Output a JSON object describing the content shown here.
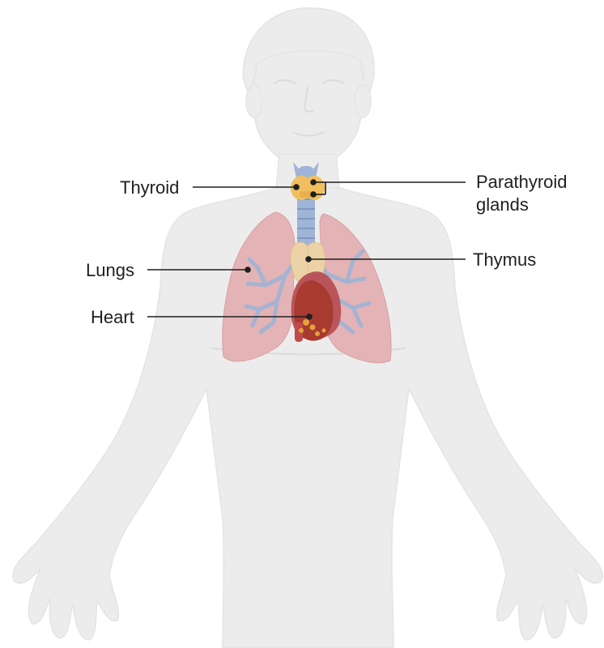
{
  "labels": {
    "thyroid": "Thyroid",
    "parathyroid_line1": "Parathyroid",
    "parathyroid_line2": "glands",
    "lungs": "Lungs",
    "thymus": "Thymus",
    "heart": "Heart"
  },
  "colors": {
    "body": "#ececec",
    "body_outline": "#e2e2e2",
    "lung": "#e4b3b6",
    "bronchi": "#a4b3d2",
    "trachea": "#9fb4d6",
    "thyroid": "#f1bf5e",
    "thymus": "#ecd3a6",
    "heart": "#a83a30",
    "leader_line": "#1f1f1f"
  }
}
